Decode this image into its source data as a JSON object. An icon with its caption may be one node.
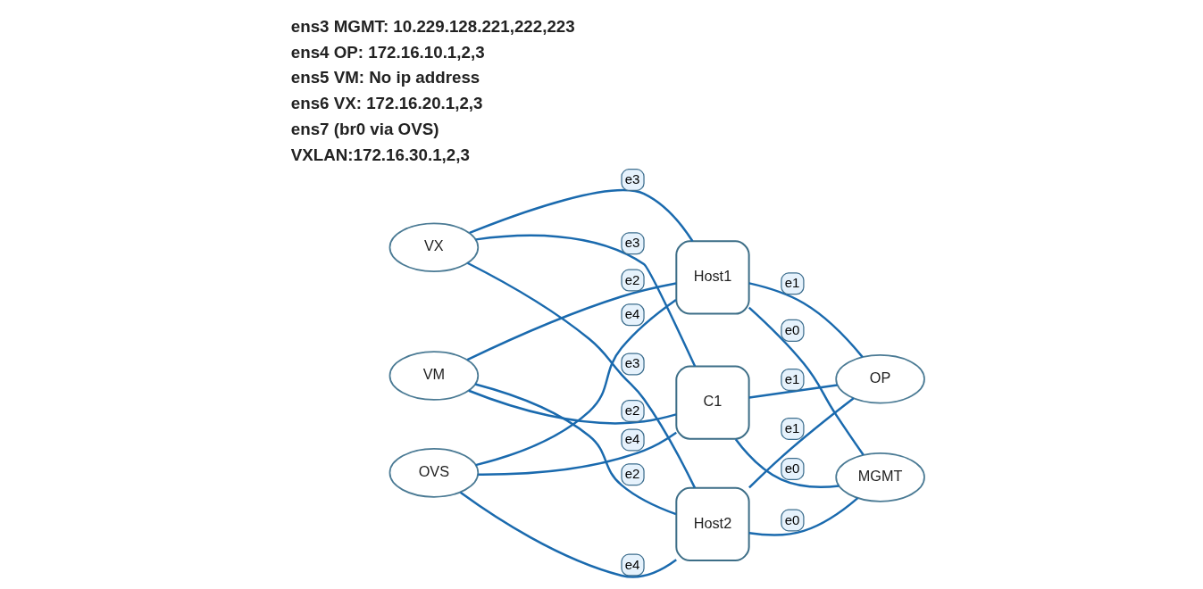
{
  "diagram": {
    "nodes": [
      {
        "text": [
          "VX"
        ]
      },
      {
        "text": [
          "Host1"
        ]
      },
      {
        "text": [
          "OP"
        ]
      },
      {
        "text": [
          "VM"
        ]
      },
      {
        "text": [
          "C1"
        ]
      },
      {
        "text": [
          "OVS"
        ]
      },
      {
        "text": [
          "Host2"
        ]
      },
      {
        "text": [
          "MGMT"
        ]
      }
    ],
    "edges": [
      {
        "from": 0,
        "to": 1,
        "arrow": "none",
        "label": "e3"
      },
      {
        "from": 1,
        "to": 2,
        "arrow": "none",
        "label": "e1"
      },
      {
        "from": 0,
        "to": 4,
        "arrow": "none",
        "label": "e3"
      },
      {
        "from": 0,
        "to": 6,
        "arrow": "none",
        "label": "e3"
      },
      {
        "from": 3,
        "to": 1,
        "arrow": "none",
        "label": "e2"
      },
      {
        "from": 5,
        "to": 1,
        "arrow": "none",
        "label": "e4"
      },
      {
        "from": 1,
        "to": 7,
        "arrow": "none",
        "label": "e0"
      },
      {
        "from": 4,
        "to": 2,
        "arrow": "none",
        "label": "e1"
      },
      {
        "from": 3,
        "to": 4,
        "arrow": "none",
        "label": "e2"
      },
      {
        "from": 4,
        "to": 7,
        "arrow": "none",
        "label": "e0"
      },
      {
        "from": 5,
        "to": 4,
        "arrow": "none",
        "label": "e4"
      },
      {
        "from": 6,
        "to": 2,
        "arrow": "none",
        "label": "e1"
      },
      {
        "from": 3,
        "to": 6,
        "arrow": "none",
        "label": "e2"
      },
      {
        "from": 6,
        "to": 7,
        "arrow": "none",
        "label": "e0"
      },
      {
        "from": 5,
        "to": 6,
        "arrow": "none",
        "label": "e4"
      }
    ],
    "labels": [
      "ens3 MGMT: 10.229.128.221,222,223",
      "ens4 OP: 172.16.10.1,2,3",
      "ens5 VM: No ip address",
      "ens6 VX: 172.16.20.1,2,3",
      "ens7 (br0 via OVS)",
      "VXLAN:172.16.30.1,2,3"
    ]
  }
}
